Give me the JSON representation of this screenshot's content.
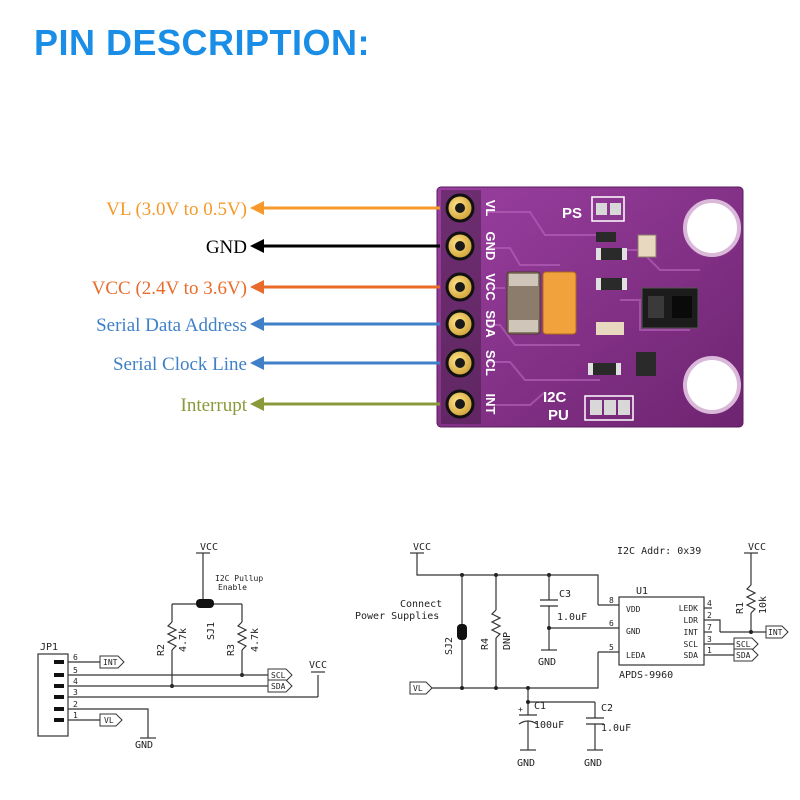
{
  "heading": "PIN DESCRIPTION:",
  "colors": {
    "heading": "#1a8ee6",
    "vl": "#f59a2a",
    "gnd": "#000000",
    "vcc": "#ea6a2a",
    "sda": "#3f80c8",
    "scl": "#3f80c8",
    "int": "#8a9a3a",
    "board": "#8a2f8a"
  },
  "pins": [
    {
      "label": "VL (3.0V to 0.5V)",
      "silk": "VL",
      "color": "#f59a2a"
    },
    {
      "label": "GND",
      "silk": "GND",
      "color": "#000000"
    },
    {
      "label": "VCC (2.4V to 3.6V)",
      "silk": "VCC",
      "color": "#ea6a2a"
    },
    {
      "label": "Serial Data Address",
      "silk": "SDA",
      "color": "#3f80c8"
    },
    {
      "label": "Serial Clock Line",
      "silk": "SCL",
      "color": "#3f80c8"
    },
    {
      "label": "Interrupt",
      "silk": "INT",
      "color": "#8a9a3a"
    }
  ],
  "board": {
    "ps": "PS",
    "i2c": "I2C",
    "pu": "PU"
  },
  "schematic_left": {
    "vcc_top": "VCC",
    "pullup_line1": "I2C Pullup",
    "pullup_line2": "Enable",
    "sj1": "SJ1",
    "r2": "R2",
    "r2_val": "4.7k",
    "r3": "R3",
    "r3_val": "4.7k",
    "jp1": "JP1",
    "pin_numbers": [
      "6",
      "5",
      "4",
      "3",
      "2",
      "1"
    ],
    "tag_int": "INT",
    "tag_scl": "SCL",
    "tag_sda": "SDA",
    "tag_vl": "VL",
    "vcc_right": "VCC",
    "gnd": "GND"
  },
  "schematic_right": {
    "vcc_left": "VCC",
    "addr": "I2C Addr: 0x39",
    "vcc_right": "VCC",
    "c3": "C3",
    "c3_val": "1.0uF",
    "u1": "U1",
    "connect_line1": "Connect",
    "connect_line2": "Power Supplies",
    "sj2": "SJ2",
    "r4": "R4",
    "r4_val": "DNP",
    "u1_left_pins": [
      "VDD",
      "GND",
      "LEDA"
    ],
    "u1_left_nums": [
      "8",
      "6",
      "5"
    ],
    "u1_right_pins": [
      "LEDK",
      "LDR",
      "INT",
      "SCL",
      "SDA"
    ],
    "u1_right_nums": [
      "4",
      "2",
      "7",
      "3",
      "1"
    ],
    "part": "APDS-9960",
    "r1": "R1",
    "r1_val": "10k",
    "tag_int": "INT",
    "tag_scl": "SCL",
    "tag_sda": "SDA",
    "gnd1": "GND",
    "tag_vl": "VL",
    "c1": "C1",
    "c1_val": "100uF",
    "c2": "C2",
    "c2_val": "1.0uF",
    "gnd2": "GND",
    "gnd3": "GND"
  }
}
